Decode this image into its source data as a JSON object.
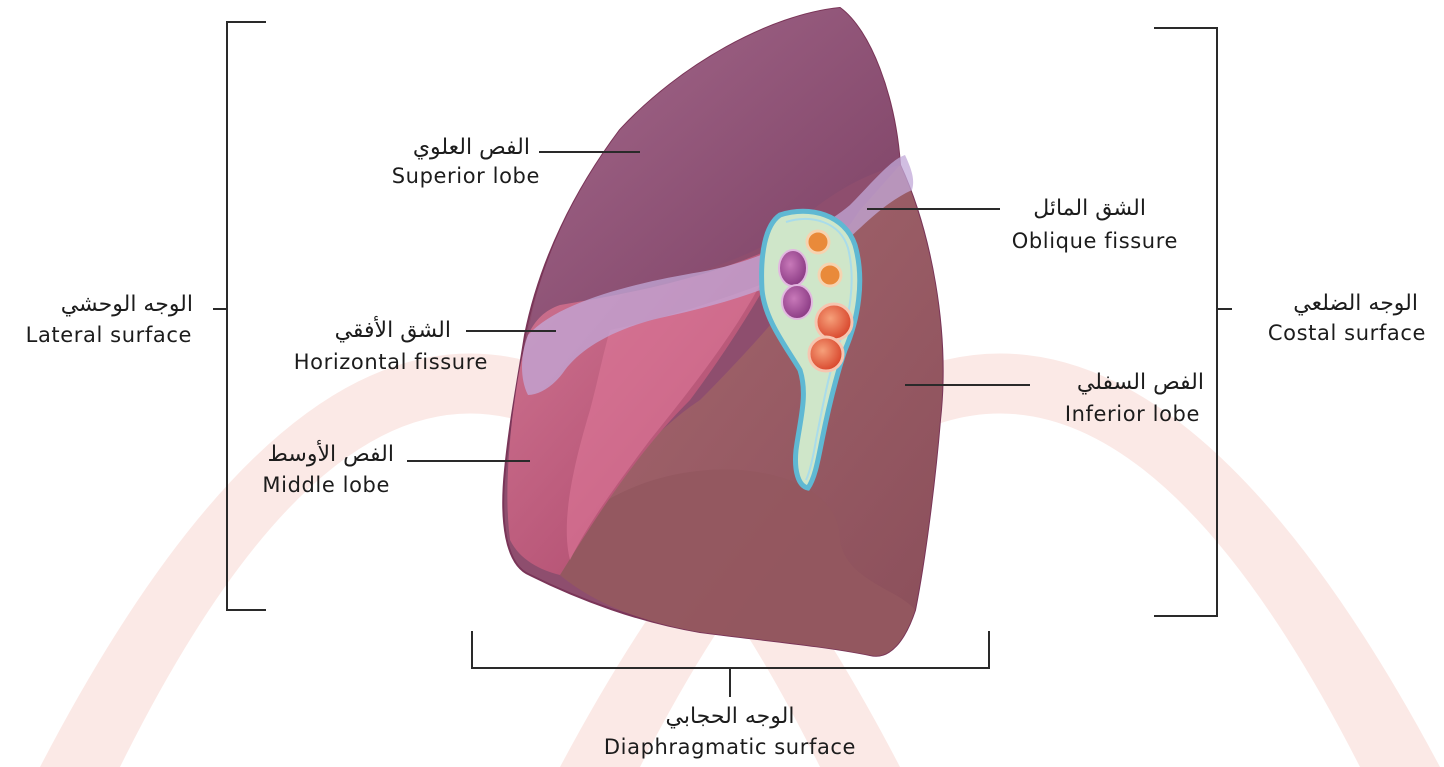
{
  "labels": {
    "superior_lobe": {
      "ar": "الفص العلوي",
      "en": "Superior lobe"
    },
    "oblique_fissure": {
      "ar": "الشق المائل",
      "en": "Oblique fissure"
    },
    "horizontal_fissure": {
      "ar": "الشق الأفقي",
      "en": "Horizontal fissure"
    },
    "middle_lobe": {
      "ar": "الفص الأوسط",
      "en": "Middle lobe"
    },
    "inferior_lobe": {
      "ar": "الفص السفلي",
      "en": "Inferior lobe"
    },
    "lateral_surface": {
      "ar": "الوجه الوحشي",
      "en": "Lateral surface"
    },
    "costal_surface": {
      "ar": "الوجه الضلعي",
      "en": "Costal surface"
    },
    "diaphragmatic_surface": {
      "ar": "الوجه الحجابي",
      "en": "Diaphragmatic surface"
    }
  },
  "colors": {
    "watermark": "#fbe9e6",
    "lung_outline": "#8a3c5c",
    "superior_lobe": "#8e5074",
    "middle_lobe": "#b34d6d",
    "inferior_lobe": "#9b5e66",
    "fissure_band": "#b9a0cf",
    "hilum_outline": "#6fc3d8",
    "artery": "#e8583a",
    "vein": "#a04a93",
    "bronchus": "#e98a3a",
    "leader_line": "#2a2a2a"
  }
}
